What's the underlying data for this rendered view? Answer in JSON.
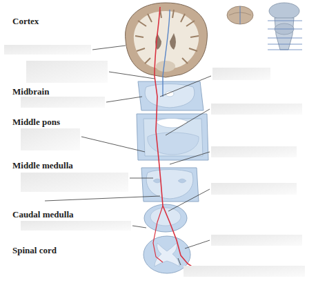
{
  "diagram": {
    "labels": [
      "Cortex",
      "Midbrain",
      "Middle pons",
      "Middle medulla",
      "Caudal medulla",
      "Spinal cord"
    ]
  }
}
